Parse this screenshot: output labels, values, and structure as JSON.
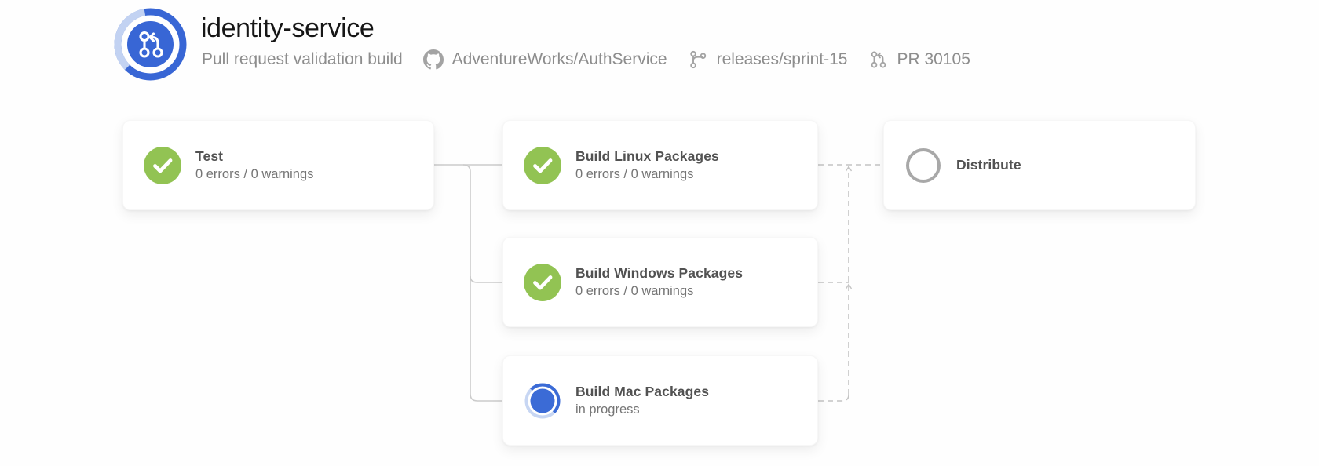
{
  "header": {
    "title": "identity-service",
    "description": "Pull request validation build",
    "repo": "AdventureWorks/AuthService",
    "branch": "releases/sprint-15",
    "pull_request": "PR 30105"
  },
  "colors": {
    "accent_blue": "#3B6BD6",
    "accent_blue_light": "#C7D6F3",
    "success_green": "#92C353",
    "pending_gray": "#A8A8A8",
    "meta_icon_gray": "#A3A3A3",
    "connector_solid": "#CBCBCB",
    "connector_dashed": "#C4C4C4",
    "title_text": "#161616",
    "subtitle_text": "#8D8D8D",
    "card_title_text": "#525252",
    "card_status_text": "#757575"
  },
  "pipeline": {
    "stages": [
      {
        "id": "test",
        "title": "Test",
        "subtitle": "0 errors / 0 warnings",
        "status": "succeeded"
      },
      {
        "id": "build-linux",
        "title": "Build Linux Packages",
        "subtitle": "0 errors / 0 warnings",
        "status": "succeeded"
      },
      {
        "id": "build-windows",
        "title": "Build Windows Packages",
        "subtitle": "0 errors / 0 warnings",
        "status": "succeeded"
      },
      {
        "id": "build-mac",
        "title": "Build Mac Packages",
        "subtitle": "in progress",
        "status": "in_progress"
      },
      {
        "id": "distribute",
        "title": "Distribute",
        "subtitle": "",
        "status": "pending"
      }
    ]
  }
}
